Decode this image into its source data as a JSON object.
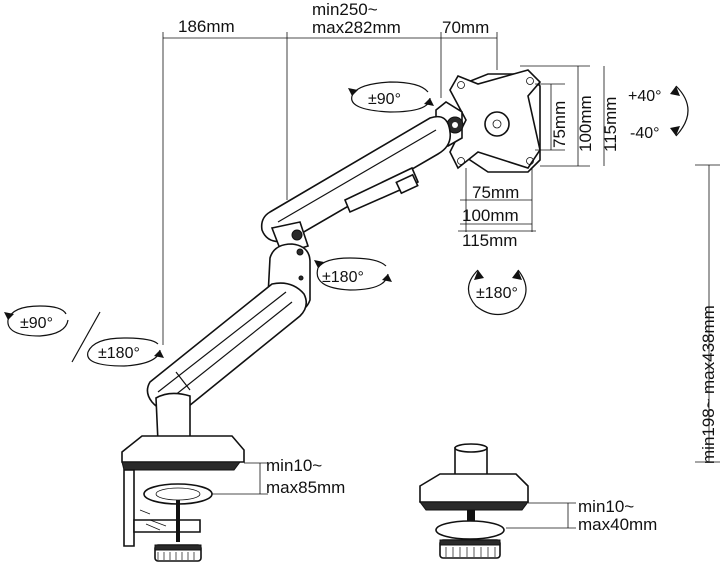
{
  "dimensions": {
    "arm_segment": "186mm",
    "reach_min": "min250~",
    "reach_max": "max282mm",
    "head_offset": "70mm",
    "height_min": "min198~",
    "height_max": "max438mm",
    "vesa_h_75": "75mm",
    "vesa_h_100": "100mm",
    "vesa_h_115": "115mm",
    "vesa_v_75": "75mm",
    "vesa_v_100": "100mm",
    "vesa_v_115": "115mm",
    "clamp_min": "min10~",
    "clamp_max": "max85mm",
    "grommet_min": "min10~",
    "grommet_max": "max40mm"
  },
  "rotations": {
    "head_swivel": "±90°",
    "tilt_up": "+40°",
    "tilt_down": "-40°",
    "screen_rotate": "±180°",
    "elbow_swivel": "±180°",
    "base_tilt": "±90°",
    "base_swivel": "±180°"
  }
}
